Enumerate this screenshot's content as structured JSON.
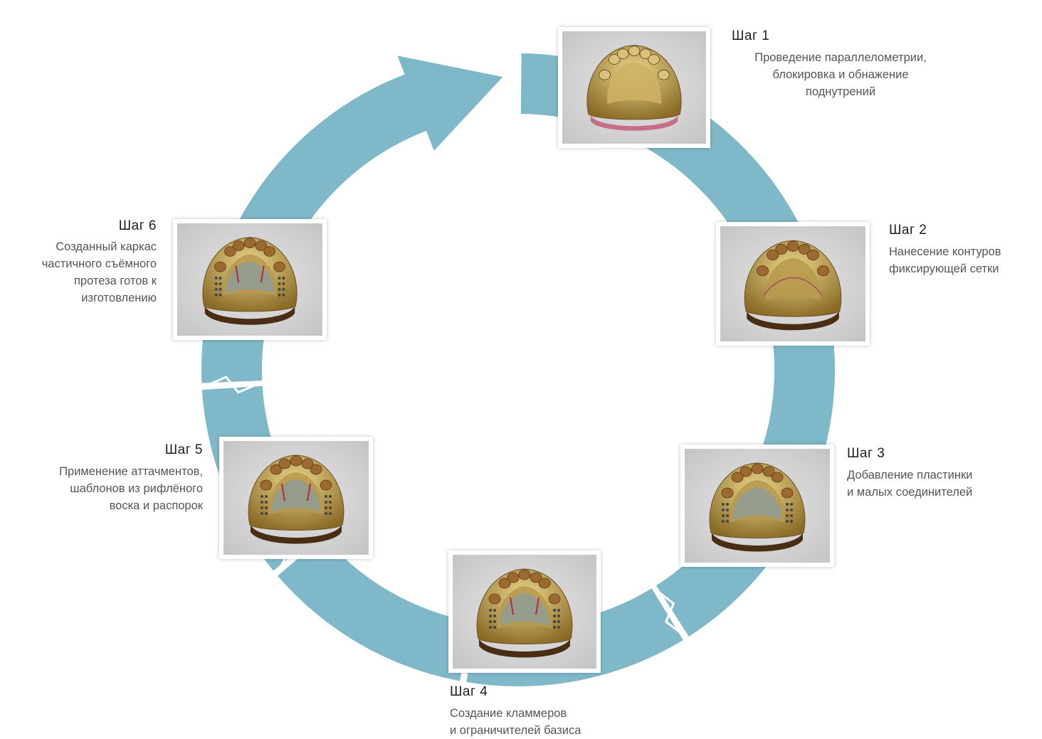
{
  "colors": {
    "ring": "#7FB9C9",
    "title_text": "#1e1e1e",
    "desc_text": "#555555",
    "gold_light": "#E9D68A",
    "gold_dark": "#8A6A26",
    "base_brown": "#4A2E14",
    "mesh_gray": "#8C9C9A",
    "pink_base": "#C45A78"
  },
  "steps": [
    {
      "title": "Шаг 1",
      "description": "Проведение параллелометрии,\nблокировка и обнажение\nподнутрений",
      "image_icon": "dental-model-blocked-out-icon"
    },
    {
      "title": "Шаг 2",
      "description": "Нанесение  контуров\nфиксирующей сетки",
      "image_icon": "dental-model-contours-icon"
    },
    {
      "title": "Шаг 3",
      "description": "Добавление  пластинки\nи малых соединителей",
      "image_icon": "dental-model-plate-icon"
    },
    {
      "title": "Шаг 4",
      "description": "Создание кламмеров\nи ограничителей базиса",
      "image_icon": "dental-model-clasps-icon"
    },
    {
      "title": "Шаг 5",
      "description": "Применение аттачментов,\nшаблонов из рифлёного\nвоска и распорок",
      "image_icon": "dental-model-attachments-icon"
    },
    {
      "title": "Шаг 6",
      "description": "Созданный каркас\nчастичного съёмного\nпротеза готов к\nизготовлению",
      "image_icon": "dental-model-framework-icon"
    }
  ]
}
